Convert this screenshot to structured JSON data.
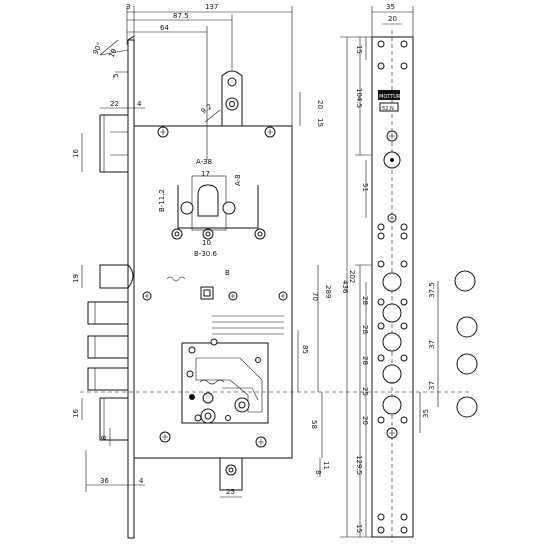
{
  "top_dims": {
    "d3": "3",
    "d137": "137",
    "d87_5": "87.5",
    "d64": "64",
    "d35": "35",
    "d20": "20"
  },
  "corner": {
    "d90deg": "90°",
    "d19": "19",
    "d5": "5"
  },
  "upper_left": {
    "d22": "22",
    "d4": "4",
    "d16": "16",
    "d9_2": "9.2",
    "d20": "20",
    "d15": "15"
  },
  "cylinder": {
    "a38": "A-38",
    "d17": "17",
    "a8": "A-8",
    "b11_2": "B-11.2",
    "d10": "10",
    "b30_6": "B-30.6",
    "b": "B"
  },
  "right_strip_dims": {
    "d15": "15",
    "d104_5": "104.5",
    "d51": "51",
    "d202": "202",
    "d436": "436",
    "d289": "289",
    "d70": "70",
    "d85": "85",
    "d58": "58",
    "d20": "20",
    "d25": "25",
    "d28a": "28",
    "d28b": "28",
    "d28c": "28",
    "d20b": "20",
    "d129_5": "129.5",
    "d15b": "15",
    "d8": "8",
    "d11": "11"
  },
  "side_dims": {
    "d19": "19",
    "d16": "16",
    "d8": "8",
    "d36": "36",
    "d4": "4",
    "d25": "25"
  },
  "far_right_dims": {
    "d37_5": "37.5",
    "d37a": "37",
    "d37b": "37",
    "d35": "35"
  },
  "brand_plate": {
    "line1": "MOTTURA",
    "line2": "52.N"
  }
}
